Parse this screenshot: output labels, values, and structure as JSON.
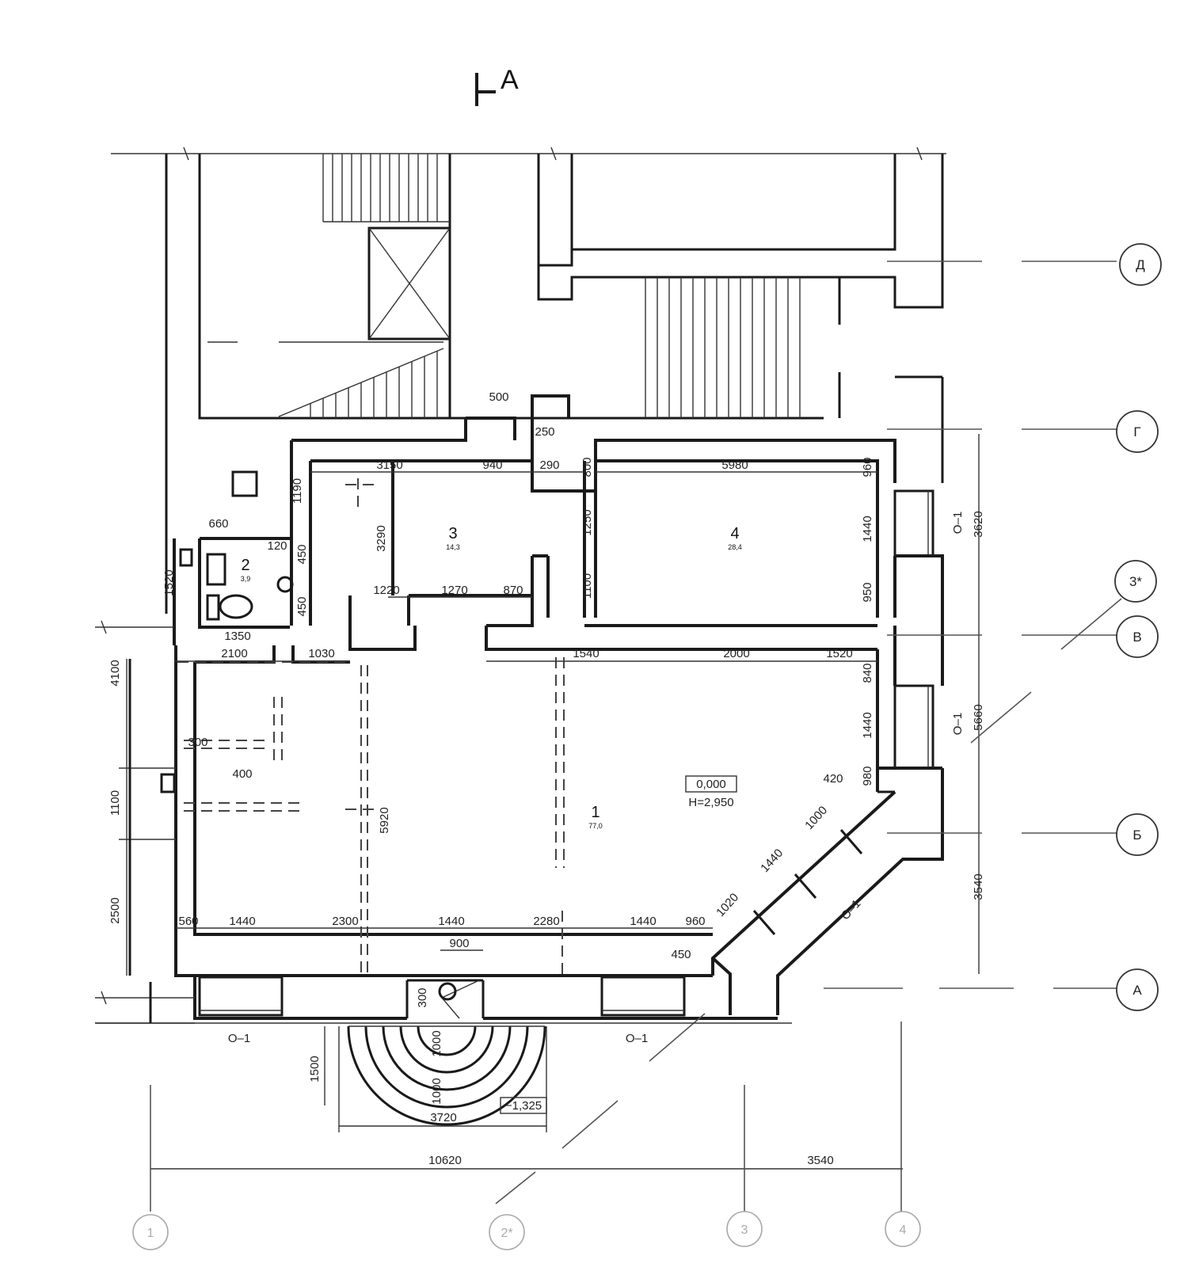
{
  "section_mark": {
    "letter": "А"
  },
  "rooms": [
    {
      "id": "1",
      "number": "1",
      "area": "77,0",
      "elevation": "0,000",
      "height": "H=2,950"
    },
    {
      "id": "2",
      "number": "2",
      "area": "3,9"
    },
    {
      "id": "3",
      "number": "3",
      "area": "14,3"
    },
    {
      "id": "4",
      "number": "4",
      "area": "28,4"
    }
  ],
  "row_axes": [
    "Д",
    "Г",
    "3*",
    "В",
    "Б",
    "А"
  ],
  "column_axes": [
    "1",
    "2*",
    "3",
    "4"
  ],
  "window_marks": [
    "О–1",
    "О–1",
    "О–1",
    "О–1",
    "О–1"
  ],
  "porch_elevation": "−1,325",
  "dimensions": {
    "top_row": [
      "3150",
      "940",
      "290",
      "5980",
      "500",
      "250"
    ],
    "room3": [
      "3290",
      "1220",
      "1270",
      "870",
      "1250",
      "1100",
      "800",
      "1190"
    ],
    "room4": [
      "960",
      "1440",
      "950"
    ],
    "room2": [
      "660",
      "1520",
      "1350",
      "450",
      "450",
      "120"
    ],
    "mid_row": [
      "2100",
      "1030",
      "1540",
      "2000",
      "1520"
    ],
    "left_wall": [
      "4100",
      "1100",
      "2500",
      "300",
      "400"
    ],
    "hall": [
      "5920",
      "420",
      "1000",
      "1440",
      "1020",
      "960",
      "450"
    ],
    "bottom_row": [
      "560",
      "1440",
      "2300",
      "1440",
      "2280",
      "1440"
    ],
    "right_side": [
      "3620",
      "5660",
      "3540",
      "840",
      "1440",
      "980"
    ],
    "porch": [
      "900",
      "1500",
      "1000",
      "1000",
      "3720",
      "300"
    ],
    "overall": [
      "10620",
      "3540"
    ]
  }
}
